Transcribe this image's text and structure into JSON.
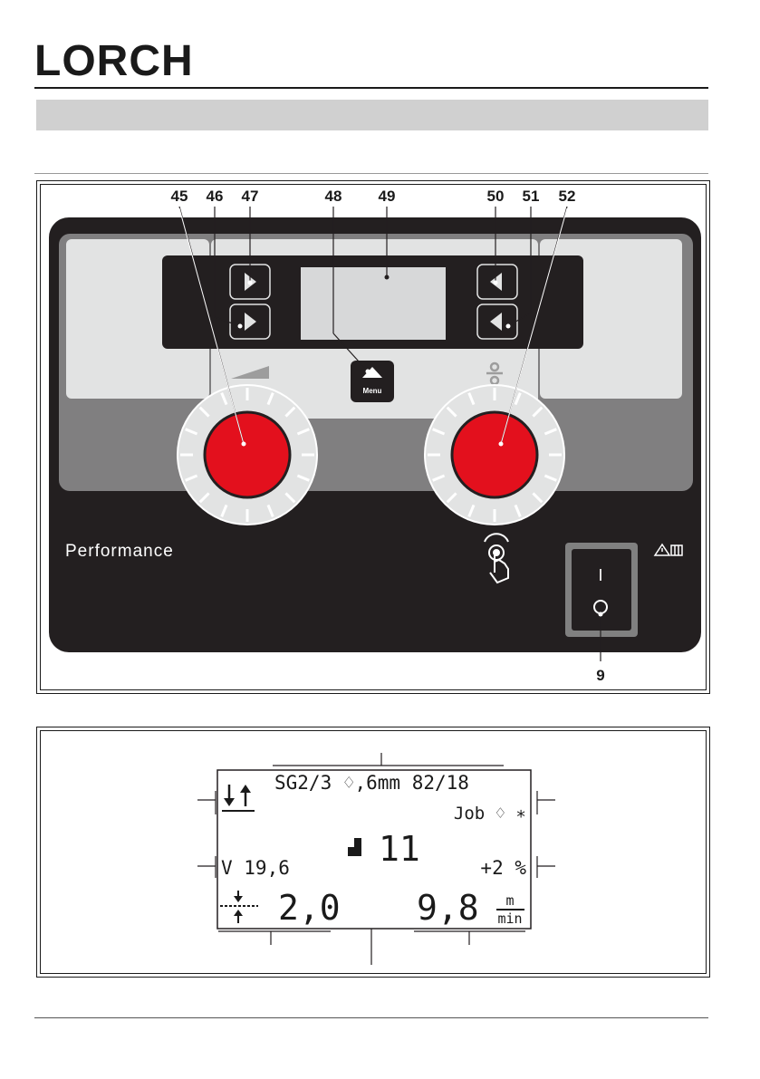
{
  "brand": {
    "logo_text": "LORCH"
  },
  "figure1": {
    "callouts": [
      "45",
      "46",
      "47",
      "48",
      "49",
      "50",
      "51",
      "52",
      "9"
    ],
    "menu_button_label": "Menu",
    "model_label": "Performance",
    "switch_on_symbol": "I",
    "switch_off_symbol": "O",
    "icons": [
      "voltage-ramp-icon",
      "wire-feed-icon",
      "touch-turn-icon",
      "warning-manual-icon"
    ],
    "colors": {
      "panel": "#231f20",
      "knob": "#e3101d",
      "window": "#d7d8d9",
      "switch_housing": "#808080"
    }
  },
  "figure2": {
    "lcd": {
      "top_line": "SG2/3 ♢,6mm 82/18",
      "mode_icon": "2T-icon",
      "job_label": "Job ♢ ∗",
      "voltage_label": "V 19,6",
      "power_value": "11",
      "correction": "+2 %",
      "thickness_value": "2,0",
      "wire_speed_value": "9,8",
      "wire_speed_unit_top": "m",
      "wire_speed_unit_bottom": "min"
    }
  }
}
